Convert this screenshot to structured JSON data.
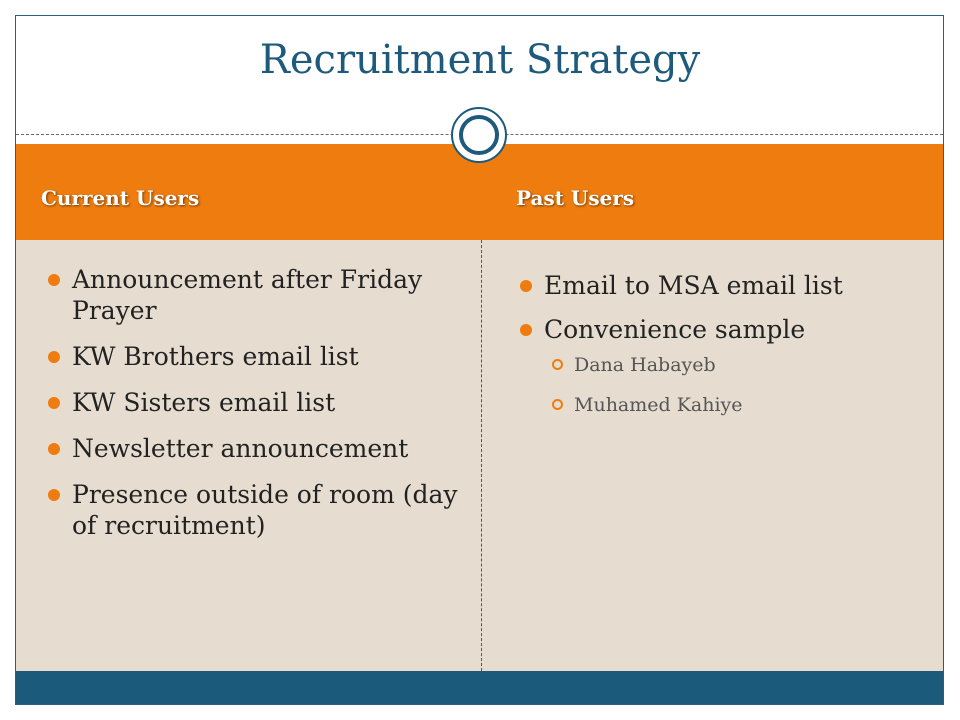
{
  "title": "Recruitment Strategy",
  "columns": {
    "left": {
      "header": "Current Users",
      "items": [
        "Announcement after Friday Prayer",
        "KW Brothers email list",
        "KW Sisters email list",
        "Newsletter announcement",
        "Presence outside of room (day of recruitment)"
      ]
    },
    "right": {
      "header": "Past Users",
      "items": [
        "Email to MSA email list",
        "Convenience sample"
      ],
      "sub_items": [
        "Dana Habayeb",
        "Muhamed Kahiye"
      ]
    }
  },
  "colors": {
    "accent": "#ee7c0f",
    "title": "#1d5a7c",
    "footer": "#1c5a7b",
    "body_bg": "#e6ddd0"
  },
  "icons": [
    "ring-icon",
    "bullet-icon",
    "sub-bullet-icon"
  ]
}
